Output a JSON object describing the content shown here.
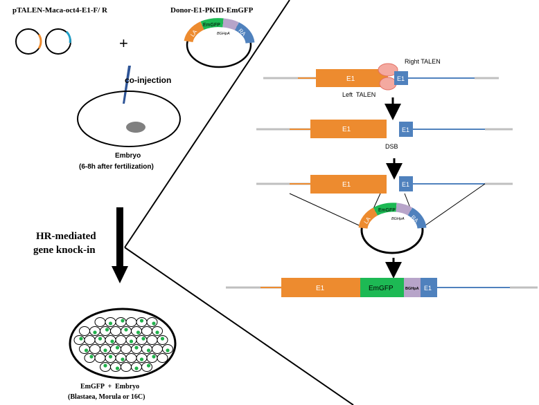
{
  "left": {
    "plasmid_title": "pTALEN-Maca-oct4-E1-F/ R",
    "plus": "+",
    "donor_title": "Donor-E1-PKID-EmGFP",
    "coinjection": "co-injection",
    "embryo_label": "Embryo",
    "embryo_sub": "(6-8h after fertilization)",
    "hr_line1": "HR-mediated",
    "hr_line2": "gene knock-in",
    "result_line1": "EmGFP  +  Embryo",
    "result_line2": "(Blastaea, Morula or 16C)"
  },
  "donor": {
    "la": "LA",
    "emgfp": "EmGFP",
    "bghpa": "BGHpA",
    "ra": "RA"
  },
  "right": {
    "e1": "E1",
    "right_talen": "Right TALEN",
    "left_talen": "Left  TALEN",
    "dsb": "DSB",
    "final_emgfp": "EmGFP",
    "final_bghpa": "BGHpA"
  },
  "colors": {
    "orange": "#ED8B2F",
    "blue": "#4F81BD",
    "green": "#1DB954",
    "lavender": "#B7A4C9",
    "gray": "#BFBFBF",
    "talen_pink": "#F4A9A0",
    "embryo_dot": "#808080",
    "cell_dot": "#22B14C",
    "arrow": "#000000"
  }
}
